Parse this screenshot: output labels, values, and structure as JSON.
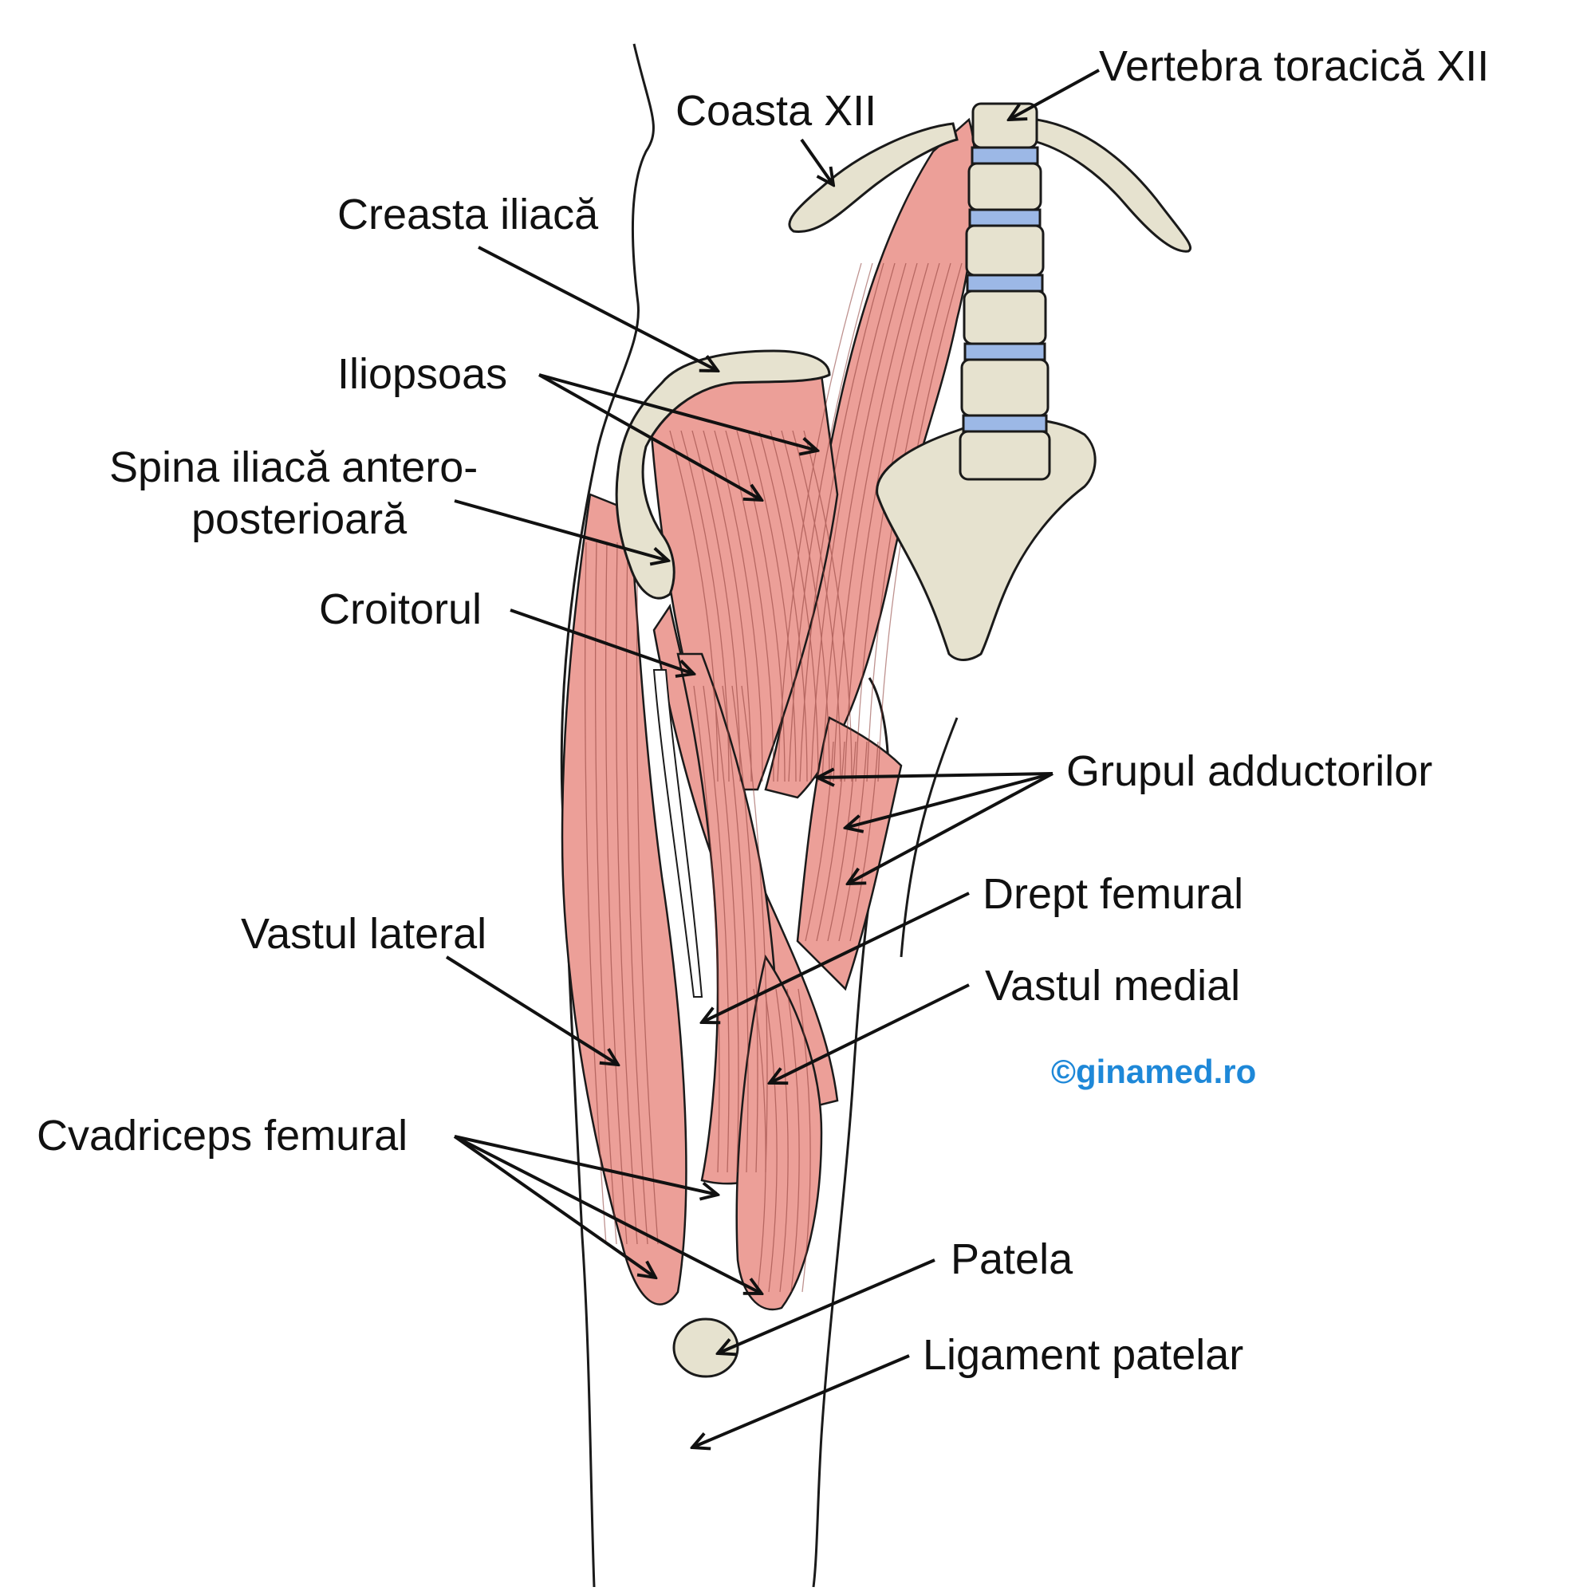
{
  "labels": {
    "vertebra_t12": "Vertebra toracică XII",
    "coasta_xii": "Coasta XII",
    "creasta_iliaca": "Creasta iliacă",
    "iliopsoas": "Iliopsoas",
    "spina_line1": "Spina iliacă antero-",
    "spina_line2": "posterioară",
    "croitorul": "Croitorul",
    "grupul_adductorilor": "Grupul adductorilor",
    "drept_femural": "Drept femural",
    "vastul_lateral": "Vastul lateral",
    "vastul_medial": "Vastul medial",
    "cvadriceps_femural": "Cvadriceps femural",
    "patela": "Patela",
    "ligament_patelar": "Ligament patelar"
  },
  "watermark": "©ginamed.ro",
  "colors": {
    "muscle": "#ec9f98",
    "bone": "#e6e2cf",
    "disc": "#9cb8e6",
    "outline": "#1a1a1a",
    "watermark": "#1e88d8"
  }
}
